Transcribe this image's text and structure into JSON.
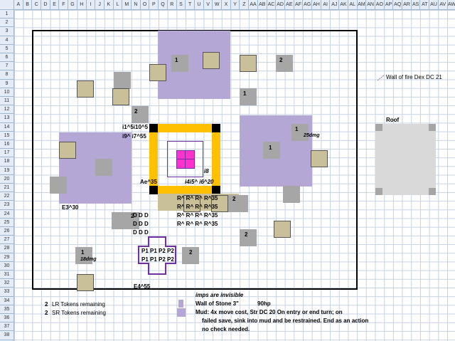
{
  "columns": [
    "A",
    "B",
    "C",
    "D",
    "E",
    "F",
    "G",
    "H",
    "I",
    "J",
    "K",
    "L",
    "M",
    "N",
    "O",
    "P",
    "Q",
    "R",
    "S",
    "T",
    "U",
    "V",
    "W",
    "X",
    "Y",
    "Z",
    "AA",
    "AB",
    "AC",
    "AD",
    "AE",
    "AF",
    "AG",
    "AH",
    "AI",
    "AJ",
    "AK",
    "AL",
    "AM",
    "AN",
    "AO",
    "AP",
    "AQ",
    "AR",
    "AS",
    "AT",
    "AU",
    "AV",
    "AW"
  ],
  "rows": [
    "1",
    "2",
    "3",
    "4",
    "5",
    "6",
    "7",
    "8",
    "9",
    "10",
    "11",
    "12",
    "13",
    "14",
    "15",
    "16",
    "17",
    "18",
    "19",
    "20",
    "21",
    "22",
    "23",
    "24",
    "25",
    "26",
    "27",
    "28",
    "29",
    "30",
    "31",
    "32",
    "33",
    "34",
    "35",
    "36",
    "37",
    "38"
  ],
  "colors": {
    "grid": "#c6d2e4",
    "header_bg": "#e4ecf7",
    "mud": "#b4a7d6",
    "token_gray": "#a6a6a6",
    "token_tan": "#c9bf99",
    "wall_orange": "#ffc000",
    "center_magenta": "#ff33cc",
    "roof_gray": "#d9d9d9",
    "fire": "#7f7f7f",
    "purple": "#7030a0"
  },
  "map": {
    "gray_tokens": [
      {
        "label": "1"
      },
      {
        "label": "2"
      },
      {
        "label": ""
      },
      {
        "label": "1"
      },
      {
        "label": "2"
      },
      {
        "label": "1"
      },
      {
        "label": ""
      },
      {
        "label": "2"
      },
      {
        "label": ""
      },
      {
        "label": "1"
      },
      {
        "label": ""
      },
      {
        "label": "2"
      },
      {
        "label": "1"
      },
      {
        "label": "2"
      },
      {
        "label": "2"
      },
      {
        "label": "1"
      },
      {
        "label": "2"
      }
    ],
    "labels": {
      "tok_25dmg": "25dmg",
      "tok_18dmg": "18dmg",
      "i1_row14": "i1^5i10^5",
      "i9_row15": "i9^ i7^55",
      "ae35": "Ae^35",
      "i8": "i8",
      "i4": "i4i5^ i6^20",
      "e3": "E3^30",
      "e4": "E4^55",
      "r22": "R^ R^ R^ R^35",
      "r23": "R^ R^ R^ R^35",
      "r25": "R^ R^ R^ R^35",
      "r26": "R^ R^ R^ R^35",
      "d24": "D  D  D",
      "d25": "D  D  D",
      "d26": "D  D  D",
      "p28": "P1 P1 P2 P2",
      "p29": "P1 P1 P2 P2",
      "wall_fire": "Wall of fire Dex DC 21",
      "roof": "Roof"
    }
  },
  "legend": {
    "lr_count": "2",
    "lr_text": "LR Tokens remaining",
    "sr_count": "2",
    "sr_text": "SR Tokens remaining",
    "imps": "imps are invisible",
    "wall_stone": "Wall of Stone 3\"",
    "hp": "90hp",
    "mud_line1": "Mud: 4x move cost, Str DC 20 On entry or end turn; on",
    "mud_line2": "failed save, sink into mud and be restrained. End as an action",
    "mud_line3": "no check needed."
  }
}
